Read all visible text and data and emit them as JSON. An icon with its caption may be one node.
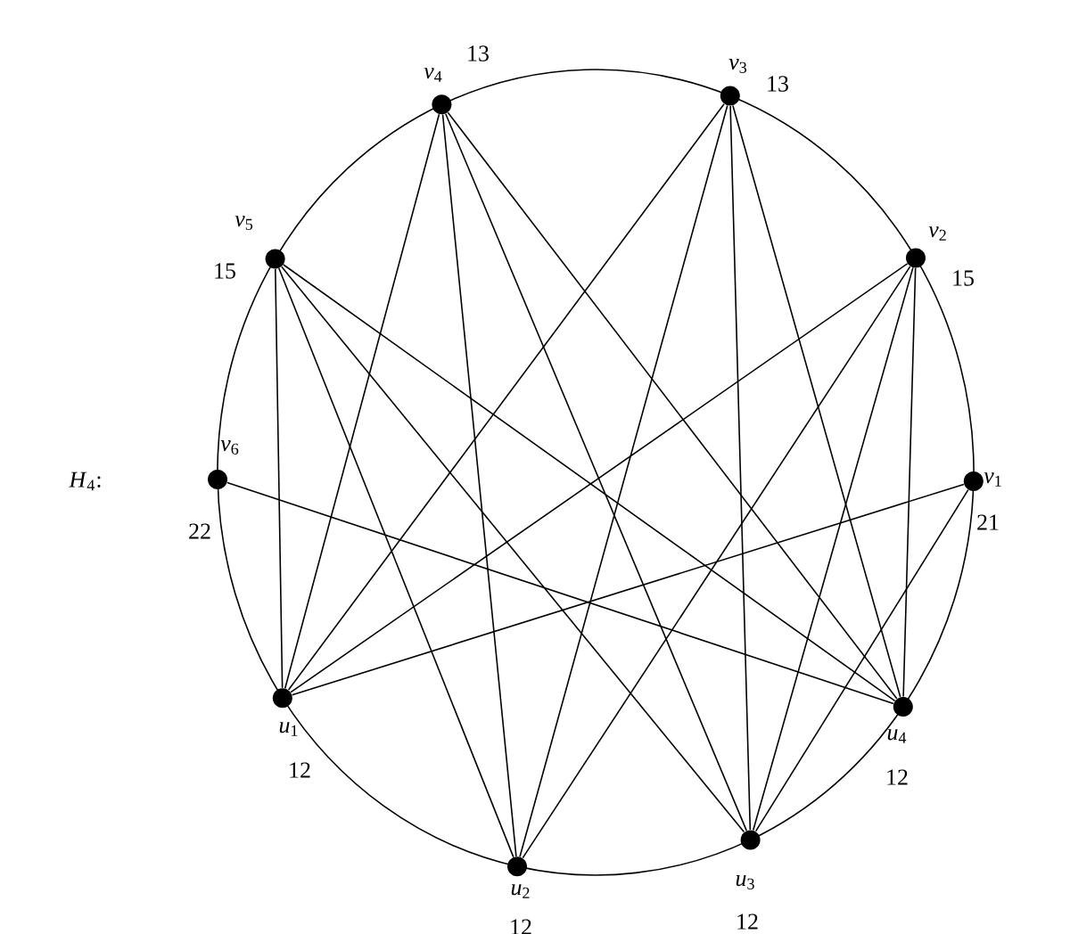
{
  "diagram": {
    "nodes": [
      {
        "text": [
          "*v*$_{1}$"
        ],
        "beside": [
          "21"
        ]
      },
      {
        "text": [
          "*v*$_{2}$"
        ],
        "beside": [
          "15"
        ]
      },
      {
        "text": [
          "*v*$_{3}$"
        ],
        "beside": [
          "13"
        ]
      },
      {
        "text": [
          "*v*$_{4}$"
        ],
        "beside": [
          "13"
        ]
      },
      {
        "text": [
          "*v*$_{5}$"
        ],
        "beside": [
          "15"
        ]
      },
      {
        "text": [
          "*v*$_{6}$"
        ],
        "beside": [
          "22"
        ]
      },
      {
        "text": [
          "*u*$_{1}$"
        ],
        "beside": [
          "12"
        ]
      },
      {
        "text": [
          "*u*$_{2}$"
        ],
        "beside": [
          "12"
        ]
      },
      {
        "text": [
          "*u*$_{3}$"
        ],
        "beside": [
          "12"
        ]
      },
      {
        "text": [
          "*u*$_{4}$"
        ],
        "beside": [
          "12"
        ]
      }
    ],
    "edges": [
      {
        "from": 3,
        "to": 2,
        "arrow": "none"
      },
      {
        "from": 2,
        "to": 1,
        "arrow": "none"
      },
      {
        "from": 1,
        "to": 0,
        "arrow": "none"
      },
      {
        "from": 0,
        "to": 9,
        "arrow": "none"
      },
      {
        "from": 9,
        "to": 8,
        "arrow": "none"
      },
      {
        "from": 8,
        "to": 7,
        "arrow": "none"
      },
      {
        "from": 7,
        "to": 6,
        "arrow": "none"
      },
      {
        "from": 6,
        "to": 5,
        "arrow": "none"
      },
      {
        "from": 5,
        "to": 4,
        "arrow": "none"
      },
      {
        "from": 4,
        "to": 3,
        "arrow": "none"
      },
      {
        "from": 3,
        "to": 6,
        "arrow": "none"
      },
      {
        "from": 3,
        "to": 7,
        "arrow": "none"
      },
      {
        "from": 3,
        "to": 8,
        "arrow": "none"
      },
      {
        "from": 3,
        "to": 9,
        "arrow": "none"
      },
      {
        "from": 2,
        "to": 6,
        "arrow": "none"
      },
      {
        "from": 2,
        "to": 7,
        "arrow": "none"
      },
      {
        "from": 2,
        "to": 8,
        "arrow": "none"
      },
      {
        "from": 2,
        "to": 9,
        "arrow": "none"
      },
      {
        "from": 1,
        "to": 6,
        "arrow": "none"
      },
      {
        "from": 1,
        "to": 7,
        "arrow": "none"
      },
      {
        "from": 1,
        "to": 8,
        "arrow": "none"
      },
      {
        "from": 1,
        "to": 9,
        "arrow": "none"
      },
      {
        "from": 4,
        "to": 6,
        "arrow": "none"
      },
      {
        "from": 4,
        "to": 7,
        "arrow": "none"
      },
      {
        "from": 4,
        "to": 8,
        "arrow": "none"
      },
      {
        "from": 4,
        "to": 9,
        "arrow": "none"
      },
      {
        "from": 0,
        "to": 6,
        "arrow": "none"
      },
      {
        "from": 0,
        "to": 8,
        "arrow": "none"
      },
      {
        "from": 5,
        "to": 9,
        "arrow": "none"
      }
    ],
    "labels": [
      "*H*$_{4}$:"
    ]
  }
}
